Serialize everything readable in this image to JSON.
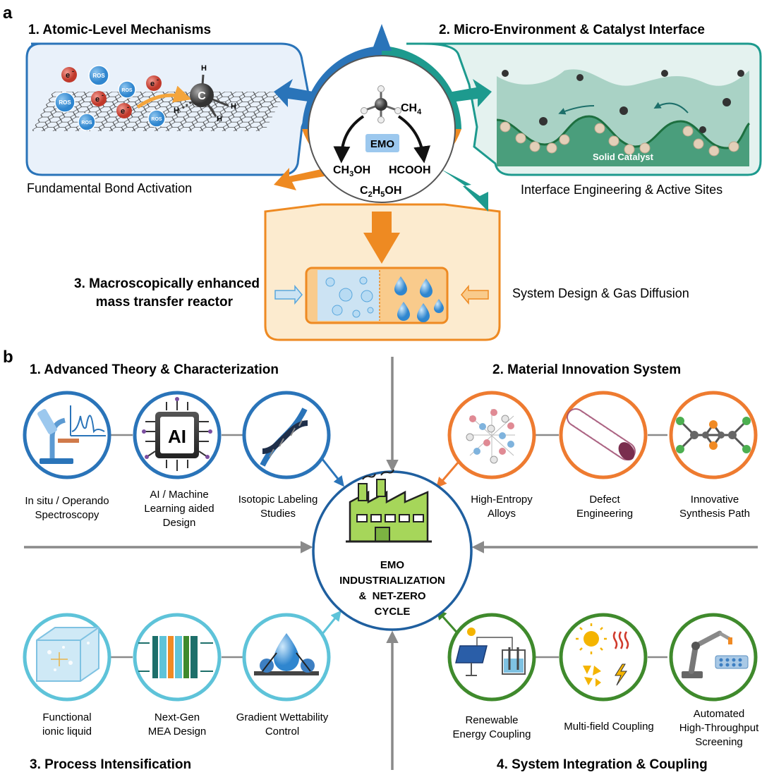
{
  "panel_a": {
    "letter": "a",
    "section1": {
      "title": "1. Atomic-Level Mechanisms",
      "caption": "Fundamental Bond Activation"
    },
    "section2": {
      "title": "2. Micro-Environment & Catalyst Interface",
      "caption": "Interface Engineering & Active Sites",
      "catalyst_label": "Solid Catalyst"
    },
    "section3": {
      "title_line1": "3. Macroscopically enhanced",
      "title_line2": "mass transfer reactor",
      "caption": "System Design & Gas Diffusion"
    },
    "center": {
      "badge": "EMO",
      "reactant": "CH",
      "reactant_sub": "4",
      "product1_a": "CH",
      "product1_sub": "3",
      "product1_b": "OH",
      "product2": "HCOOH",
      "product3_a": "C",
      "product3_sub1": "2",
      "product3_b": "H",
      "product3_sub2": "5",
      "product3_c": "OH"
    },
    "particles": {
      "electron": "e",
      "electron_sup": "-",
      "ros": "ROS",
      "carbon": "C",
      "hydrogen": "H"
    }
  },
  "panel_b": {
    "letter": "b",
    "center_lines": [
      "EMO",
      "INDUSTRIALIZATION",
      "&  NET-ZERO",
      "CYCLE"
    ],
    "q1": {
      "title": "1. Advanced Theory & Characterization",
      "color": "#2a74b9",
      "items": [
        {
          "lines": [
            "In situ / Operando",
            "Spectroscopy"
          ]
        },
        {
          "lines": [
            "AI / Machine",
            "Learning aided",
            "Design"
          ],
          "icon_text": "AI"
        },
        {
          "lines": [
            "Isotopic Labeling",
            "Studies"
          ]
        }
      ]
    },
    "q2": {
      "title": "2. Material Innovation System",
      "color": "#ee7b30",
      "items": [
        {
          "lines": [
            "High-Entropy",
            "Alloys"
          ]
        },
        {
          "lines": [
            "Defect",
            "Engineering"
          ]
        },
        {
          "lines": [
            "Innovative",
            "Synthesis Path"
          ]
        }
      ]
    },
    "q3": {
      "title": "3. Process Intensification",
      "color": "#5ec3d9",
      "items": [
        {
          "lines": [
            "Functional",
            "ionic liquid"
          ]
        },
        {
          "lines": [
            "Next-Gen",
            "MEA Design"
          ]
        },
        {
          "lines": [
            "Gradient Wettability",
            "Control"
          ]
        }
      ]
    },
    "q4": {
      "title": "4. System Integration & Coupling",
      "color": "#3f8a2c",
      "items": [
        {
          "lines": [
            "Renewable",
            "Energy Coupling"
          ]
        },
        {
          "lines": [
            "Multi-field Coupling"
          ]
        },
        {
          "lines": [
            "Automated",
            "High-Throughput",
            "Screening"
          ]
        }
      ]
    }
  },
  "colors": {
    "blue": "#2a74b9",
    "teal": "#1d9a8e",
    "orange": "#ee8a22",
    "green": "#3f8a2c",
    "cyan": "#5ec3d9",
    "grey": "#8a8a8a"
  }
}
